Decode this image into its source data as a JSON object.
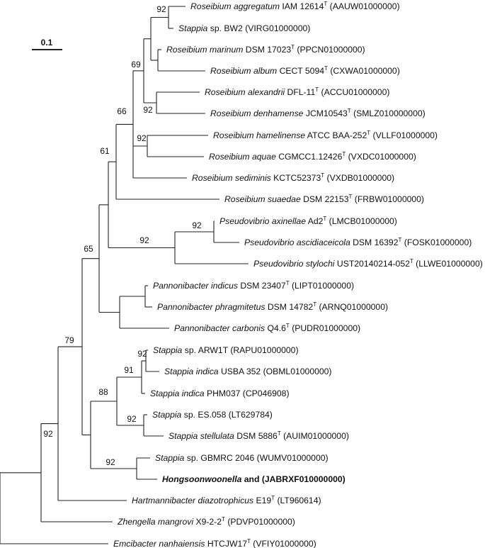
{
  "scale_bar": {
    "label": "0.1"
  },
  "taxa": [
    {
      "id": "t1",
      "genus": "Roseibium",
      "species": "aggregatum",
      "strain": "IAM 12614",
      "type_strain": true,
      "accession": "(AAUW01000000)"
    },
    {
      "id": "t2",
      "genus": "Stappia",
      "species": "",
      "strain": "sp. BW2",
      "type_strain": false,
      "accession": "(VIRG01000000)"
    },
    {
      "id": "t3",
      "genus": "Roseibium",
      "species": "marinum",
      "strain": "DSM 17023",
      "type_strain": true,
      "accession": "(PPCN01000000)"
    },
    {
      "id": "t4",
      "genus": "Roseibium",
      "species": "album",
      "strain": "CECT 5094",
      "type_strain": true,
      "accession": "(CXWA01000000)"
    },
    {
      "id": "t5",
      "genus": "Roseibium",
      "species": "alexandrii",
      "strain": "DFL-11",
      "type_strain": true,
      "accession": "(ACCU01000000)"
    },
    {
      "id": "t6",
      "genus": "Roseibium",
      "species": "denhamense",
      "strain": "JCM10543",
      "type_strain": true,
      "accession": "(SMLZ010000000)"
    },
    {
      "id": "t7",
      "genus": "Roseibium",
      "species": "hamelinense",
      "strain": "ATCC BAA-252",
      "type_strain": true,
      "accession": "(VLLF01000000)"
    },
    {
      "id": "t8",
      "genus": "Roseibium",
      "species": "aquae",
      "strain": "CGMCC1.12426",
      "type_strain": true,
      "accession": "(VXDC01000000)"
    },
    {
      "id": "t9",
      "genus": "Roseibium",
      "species": "sediminis",
      "strain": "KCTC52373",
      "type_strain": true,
      "accession": "(VXDB01000000)"
    },
    {
      "id": "t10",
      "genus": "Roseibium",
      "species": "suaedae",
      "strain": "DSM 22153",
      "type_strain": true,
      "accession": "(FRBW01000000)"
    },
    {
      "id": "t11",
      "genus": "Pseudovibrio",
      "species": "axinellae",
      "strain": "Ad2",
      "type_strain": true,
      "accession": "(LMCB01000000)"
    },
    {
      "id": "t12",
      "genus": "Pseudovibrio",
      "species": "ascidiaceicola",
      "strain": "DSM 16392",
      "type_strain": true,
      "accession": "(FOSK01000000)"
    },
    {
      "id": "t13",
      "genus": "Pseudovibrio",
      "species": "stylochi",
      "strain": "UST20140214-052",
      "type_strain": true,
      "accession": "(LLWE01000000)"
    },
    {
      "id": "t14",
      "genus": "Pannonibacter",
      "species": "indicus",
      "strain": "DSM 23407",
      "type_strain": true,
      "accession": "(LIPT01000000)"
    },
    {
      "id": "t15",
      "genus": "Pannonibacter",
      "species": "phragmitetus",
      "strain": "DSM 14782",
      "type_strain": true,
      "accession": "(ARNQ01000000)"
    },
    {
      "id": "t16",
      "genus": "Pannonibacter",
      "species": "carbonis",
      "strain": "Q4.6",
      "type_strain": true,
      "accession": "(PUDR01000000)"
    },
    {
      "id": "t17",
      "genus": "Stappia",
      "species": "",
      "strain": "sp. ARW1T",
      "type_strain": false,
      "accession": "(RAPU01000000)"
    },
    {
      "id": "t18",
      "genus": "Stappia",
      "species": "indica",
      "strain": "USBA 352",
      "type_strain": false,
      "accession": "(OBML01000000)"
    },
    {
      "id": "t19",
      "genus": "Stappia",
      "species": "indica",
      "strain": "PHM037",
      "type_strain": false,
      "accession": "(CP046908)"
    },
    {
      "id": "t20",
      "genus": "Stappia",
      "species": "",
      "strain": "sp. ES.058",
      "type_strain": false,
      "accession": "(LT629784)"
    },
    {
      "id": "t21",
      "genus": "Stappia",
      "species": "stellulata",
      "strain": "DSM 5886",
      "type_strain": true,
      "accession": "(AUIM01000000)"
    },
    {
      "id": "t22",
      "genus": "Stappia",
      "species": "",
      "strain": "sp. GBMRC 2046",
      "type_strain": false,
      "accession": "(WUMV01000000)"
    },
    {
      "id": "t23",
      "genus": "Hongsoonwoonella",
      "species": "",
      "strain": "and",
      "type_strain": false,
      "accession": "(JABRXF010000000)",
      "bold": true
    },
    {
      "id": "t24",
      "genus": "Hartmannibacter",
      "species": "diazotrophicus",
      "strain": "E19",
      "type_strain": true,
      "accession": "(LT960614)"
    },
    {
      "id": "t25",
      "genus": "Zhengella",
      "species": "mangrovi",
      "strain": "X9-2-2",
      "type_strain": true,
      "accession": "(PDVP01000000)"
    },
    {
      "id": "t26",
      "genus": "Emcibacter",
      "species": "nanhaiensis",
      "strain": "HTCJW17",
      "type_strain": true,
      "accession": "(VFIY01000000)"
    }
  ],
  "bootstrap_values": [
    {
      "id": "b1",
      "value": "92"
    },
    {
      "id": "b2",
      "value": "69"
    },
    {
      "id": "b3",
      "value": "92"
    },
    {
      "id": "b4",
      "value": "66"
    },
    {
      "id": "b5",
      "value": "92"
    },
    {
      "id": "b6",
      "value": "61"
    },
    {
      "id": "b7",
      "value": "92"
    },
    {
      "id": "b8",
      "value": "92"
    },
    {
      "id": "b9",
      "value": "65"
    },
    {
      "id": "b10",
      "value": "79"
    },
    {
      "id": "b11",
      "value": "92"
    },
    {
      "id": "b12",
      "value": "91"
    },
    {
      "id": "b13",
      "value": "88"
    },
    {
      "id": "b14",
      "value": "92"
    },
    {
      "id": "b15",
      "value": "92"
    },
    {
      "id": "b16",
      "value": "92"
    }
  ]
}
